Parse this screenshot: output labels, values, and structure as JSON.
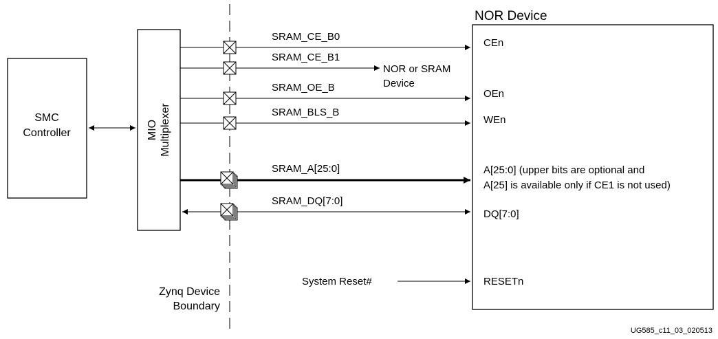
{
  "smc": {
    "line1": "SMC",
    "line2": "Controller"
  },
  "mio": {
    "line1": "MIO",
    "line2": "Multiplexer"
  },
  "nor_device": {
    "title": "NOR Device",
    "pins": {
      "cen": "CEn",
      "oen": "OEn",
      "wen": "WEn",
      "addr_line1": "A[25:0] (upper bits are optional and",
      "addr_line2": "A[25] is available only if CE1 is not used)",
      "dq": "DQ[7:0]",
      "resetn": "RESETn"
    }
  },
  "signals": {
    "ce_b0": "SRAM_CE_B0",
    "ce_b1": "SRAM_CE_B1",
    "oe_b": "SRAM_OE_B",
    "bls_b": "SRAM_BLS_B",
    "addr": "SRAM_A[25:0]",
    "dq": "SRAM_DQ[7:0]"
  },
  "nor_or_sram": {
    "line1": "NOR or SRAM",
    "line2": "Device"
  },
  "system_reset": "System Reset#",
  "boundary": {
    "line1": "Zynq Device",
    "line2": "Boundary"
  },
  "figure_id": "UG585_c11_03_020513"
}
